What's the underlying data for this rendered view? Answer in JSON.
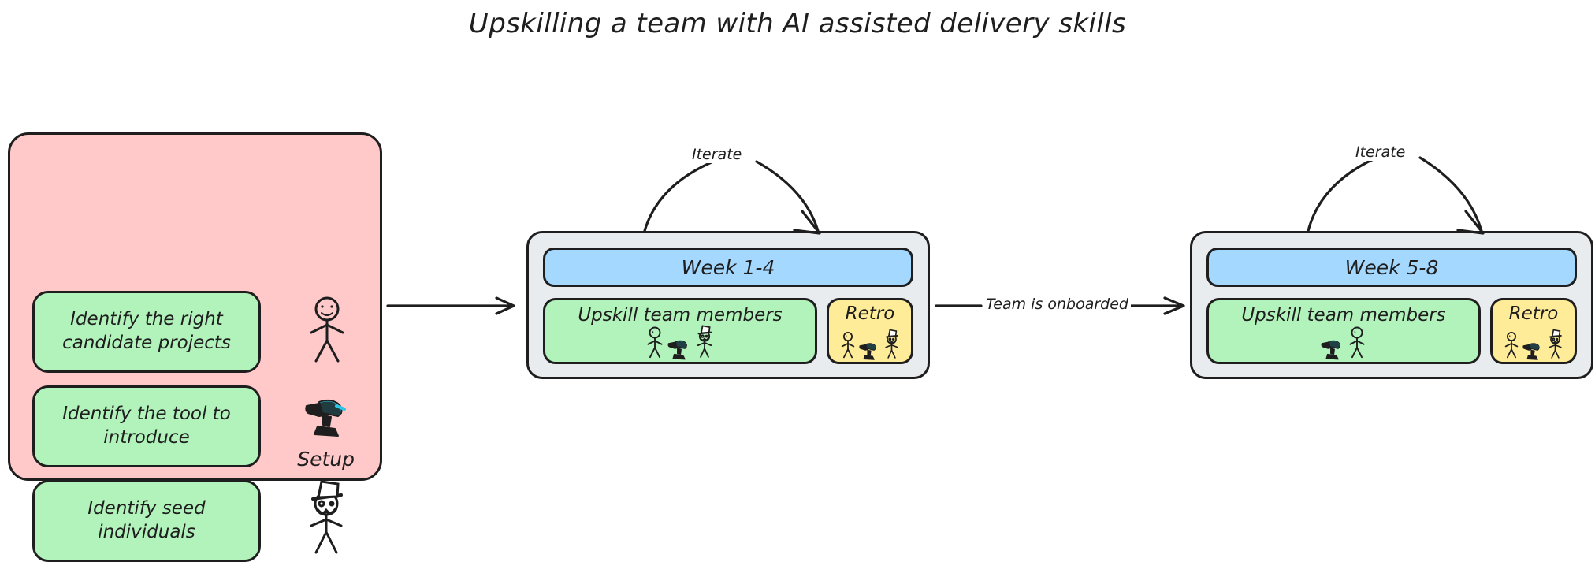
{
  "title": "Upskilling a team with AI assisted delivery skills",
  "colors": {
    "pink": "#ffc9c9",
    "green": "#b2f2bb",
    "blue": "#a5d8ff",
    "yellow": "#ffec99",
    "gray": "#e9ecef",
    "stroke": "#1e1e1e"
  },
  "setup": {
    "name": "Setup",
    "cards": [
      {
        "label": "Identify the right candidate projects"
      },
      {
        "label": "Identify the tool to introduce"
      },
      {
        "label": "Identify seed individuals"
      }
    ],
    "icons": [
      {
        "name": "stick-figure-icon"
      },
      {
        "name": "power-drill-icon"
      },
      {
        "name": "stick-figure-tophat-icon"
      }
    ]
  },
  "phases": [
    {
      "header": "Week 1-4",
      "upskill_label": "Upskill team members",
      "retro_label": "Retro",
      "iterate_label": "Iterate",
      "upskill_icons": [
        "stick-figure-icon",
        "power-drill-icon",
        "stick-figure-tophat-icon"
      ],
      "retro_icons": [
        "stick-figure-icon",
        "power-drill-icon",
        "stick-figure-tophat-icon"
      ]
    },
    {
      "header": "Week 5-8",
      "upskill_label": "Upskill team members",
      "retro_label": "Retro",
      "iterate_label": "Iterate",
      "upskill_icons": [
        "power-drill-icon",
        "stick-figure-icon"
      ],
      "retro_icons": [
        "stick-figure-icon",
        "power-drill-icon",
        "stick-figure-tophat-icon"
      ]
    }
  ],
  "connectors": [
    {
      "name": "setup-to-phase1",
      "label": ""
    },
    {
      "name": "phase1-to-phase2",
      "label": "Team is onboarded"
    }
  ]
}
